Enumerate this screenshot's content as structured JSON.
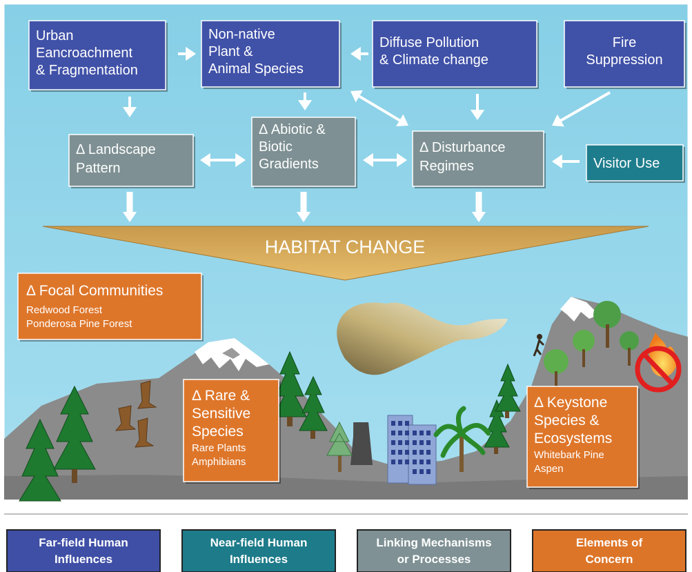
{
  "far_field": {
    "urban": [
      "Urban",
      "Eancroachment",
      "& Fragmentation"
    ],
    "nonnative": [
      "Non-native",
      "Plant &",
      "Animal Species"
    ],
    "pollution": [
      "Diffuse Pollution",
      "& Climate change"
    ],
    "fire": [
      "Fire",
      "Suppression"
    ]
  },
  "linking": {
    "landscape": [
      "Δ Landscape",
      "Pattern"
    ],
    "abiotic": [
      "Δ Abiotic &",
      "Biotic",
      "Gradients"
    ],
    "disturbance": [
      "Δ Disturbance",
      "Regimes"
    ]
  },
  "near_field": {
    "visitor": "Visitor Use"
  },
  "habitat_change": "HABITAT CHANGE",
  "elements": {
    "focal": {
      "title": "Δ Focal Communities",
      "items": [
        "Redwood Forest",
        "Ponderosa Pine Forest"
      ]
    },
    "rare": {
      "title": [
        "Δ Rare &",
        "Sensitive",
        "Species"
      ],
      "items": [
        "Rare Plants",
        "Amphibians"
      ]
    },
    "keystone": {
      "title": [
        "Δ Keystone",
        "Species &",
        "Ecosystems"
      ],
      "items": [
        "Whitebark Pine",
        "Aspen"
      ]
    }
  },
  "legend": [
    {
      "lines": [
        "Far-field Human",
        "Influences"
      ],
      "color": "#3f4fa6"
    },
    {
      "lines": [
        "Near-field Human",
        "Influences"
      ],
      "color": "#1d7b8a"
    },
    {
      "lines": [
        "Linking Mechanisms",
        "or Processes"
      ],
      "color": "#7f9194"
    },
    {
      "lines": [
        "Elements of",
        "Concern"
      ],
      "color": "#dd7529"
    }
  ],
  "colors": {
    "far_field": "#4051a8",
    "near_field": "#1e7d8c",
    "linking": "#7e9093",
    "elements": "#de762a",
    "sky": "#8fd3e8",
    "ground": "#8c8c8c",
    "habitat_arrow": "#d9a957"
  }
}
